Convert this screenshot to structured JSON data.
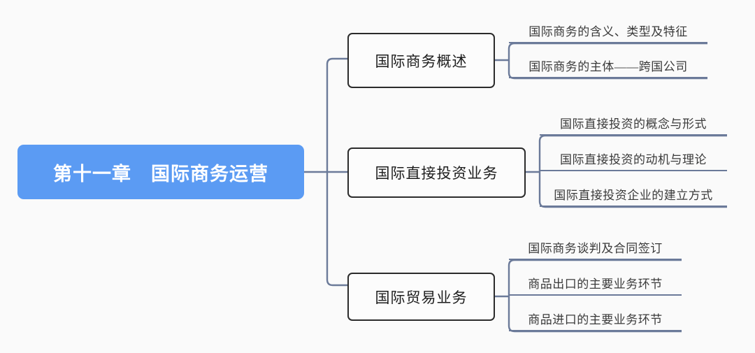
{
  "diagram": {
    "type": "mind-map",
    "background_color": "#fafafa",
    "root": {
      "label": "第十一章　国际商务运营",
      "fill_color": "#5b9bf3",
      "text_color": "#ffffff"
    },
    "connector_color": "#6b7a99",
    "branch_border_color": "#2b2b2b",
    "branches": [
      {
        "label": "国际商务概述",
        "leaves": [
          {
            "label": "国际商务的含义、类型及特征"
          },
          {
            "label": "国际商务的主体——跨国公司"
          }
        ]
      },
      {
        "label": "国际直接投资业务",
        "leaves": [
          {
            "label": "国际直接投资的概念与形式"
          },
          {
            "label": "国际直接投资的动机与理论"
          },
          {
            "label": "国际直接投资企业的建立方式"
          }
        ]
      },
      {
        "label": "国际贸易业务",
        "leaves": [
          {
            "label": "国际商务谈判及合同签订"
          },
          {
            "label": "商品出口的主要业务环节"
          },
          {
            "label": "商品进口的主要业务环节"
          }
        ]
      }
    ]
  }
}
